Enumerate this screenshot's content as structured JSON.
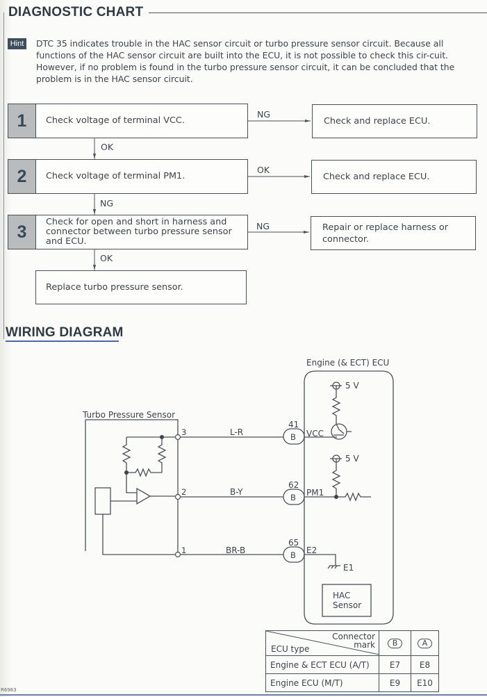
{
  "diagnostic": {
    "title": "DIAGNOSTIC CHART",
    "hint_label": "Hint",
    "hint_lines": [
      "DTC 35 indicates trouble in the HAC sensor circuit or turbo pressure sensor circuit. Because all functions of the HAC sensor circuit are built into the ECU, it is not possible to check this cir-cuit.",
      "However, if no problem is found in the turbo pressure sensor circuit, it can be concluded that the problem is in the HAC sensor circuit."
    ],
    "steps": [
      {
        "number": "1",
        "text": "Check voltage of terminal VCC.",
        "branch_label": "NG",
        "branch_result": "Check and replace ECU.",
        "down_label": "OK"
      },
      {
        "number": "2",
        "text": "Check voltage of terminal PM1.",
        "branch_label": "OK",
        "branch_result": "Check and replace ECU.",
        "down_label": "NG"
      },
      {
        "number": "3",
        "text": "Check for open and short in harness and connector between turbo pressure sensor and ECU.",
        "branch_label": "NG",
        "branch_result": "Repair or replace harness or connector.",
        "down_label": "OK"
      }
    ],
    "final_result": "Replace turbo pressure sensor."
  },
  "wiring": {
    "title": "WIRING DIAGRAM",
    "sensor_label": "Turbo Pressure Sensor",
    "ecu_label": "Engine (& ECT) ECU",
    "supply_label": "5 V",
    "connector_mark": "B",
    "circuits": [
      {
        "sensor_pin": "3",
        "wire": "L-R",
        "ecu_pin": "41",
        "terminal": "VCC"
      },
      {
        "sensor_pin": "2",
        "wire": "B-Y",
        "ecu_pin": "62",
        "terminal": "PM1"
      },
      {
        "sensor_pin": "1",
        "wire": "BR-B",
        "ecu_pin": "65",
        "terminal": "E2"
      }
    ],
    "ground_label": "E1",
    "hac_label_1": "HAC",
    "hac_label_2": "Sensor"
  },
  "connector_table": {
    "header_top": "Connector",
    "header_mark": "mark",
    "header_row": "ECU type",
    "columns": [
      "B",
      "A"
    ],
    "rows": [
      {
        "ecu_type": "Engine & ECT ECU (A/T)",
        "values": [
          "E7",
          "E8"
        ]
      },
      {
        "ecu_type": "Engine ECU (M/T)",
        "values": [
          "E9",
          "E10"
        ]
      }
    ]
  },
  "footer_code": "R6963"
}
